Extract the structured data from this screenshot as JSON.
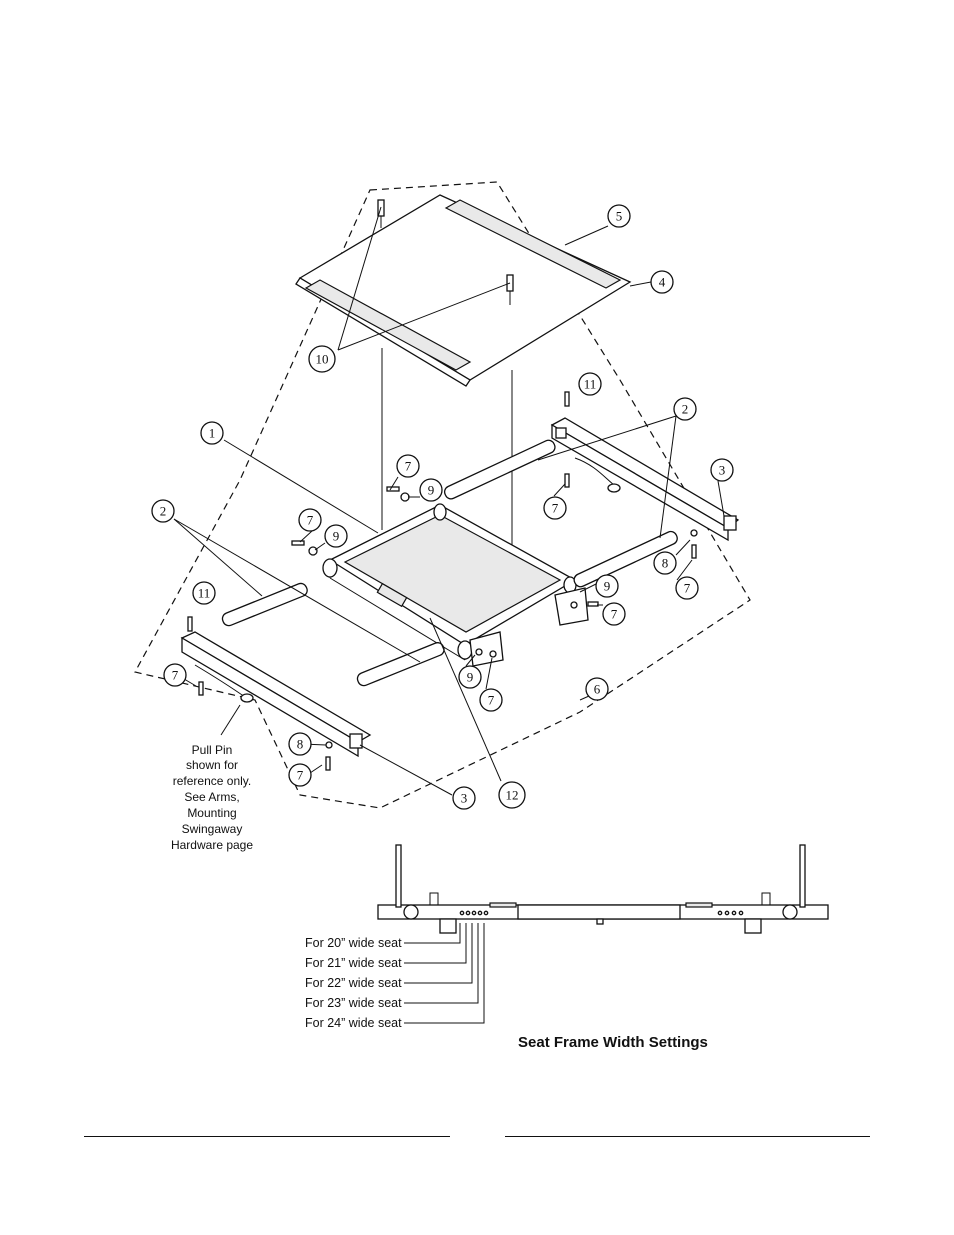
{
  "callouts": [
    {
      "id": "c5",
      "text": "5"
    },
    {
      "id": "c4",
      "text": "4"
    },
    {
      "id": "c10",
      "text": "10"
    },
    {
      "id": "c11a",
      "text": "11"
    },
    {
      "id": "c2a",
      "text": "2"
    },
    {
      "id": "c3a",
      "text": "3"
    },
    {
      "id": "c1",
      "text": "1"
    },
    {
      "id": "c7a",
      "text": "7"
    },
    {
      "id": "c9a",
      "text": "9"
    },
    {
      "id": "c7b",
      "text": "7"
    },
    {
      "id": "c9b",
      "text": "9"
    },
    {
      "id": "c7c",
      "text": "7"
    },
    {
      "id": "c2b",
      "text": "2"
    },
    {
      "id": "c8a",
      "text": "8"
    },
    {
      "id": "c7d",
      "text": "7"
    },
    {
      "id": "c11b",
      "text": "11"
    },
    {
      "id": "c9c",
      "text": "9"
    },
    {
      "id": "c7e",
      "text": "7"
    },
    {
      "id": "c9d",
      "text": "9"
    },
    {
      "id": "c7f",
      "text": "7"
    },
    {
      "id": "c6",
      "text": "6"
    },
    {
      "id": "c7g",
      "text": "7"
    },
    {
      "id": "c8b",
      "text": "8"
    },
    {
      "id": "c7h",
      "text": "7"
    },
    {
      "id": "c3b",
      "text": "3"
    },
    {
      "id": "c12",
      "text": "12"
    }
  ],
  "note": {
    "lines": [
      "Pull Pin",
      "shown for",
      "reference only.",
      "See Arms,",
      "Mounting",
      "Swingaway",
      "Hardware page"
    ]
  },
  "width_settings": {
    "items": [
      "For 20” wide seat",
      "For 21” wide seat",
      "For 22” wide seat",
      "For 23” wide seat",
      "For 24” wide seat"
    ],
    "caption": "Seat Frame Width Settings"
  }
}
